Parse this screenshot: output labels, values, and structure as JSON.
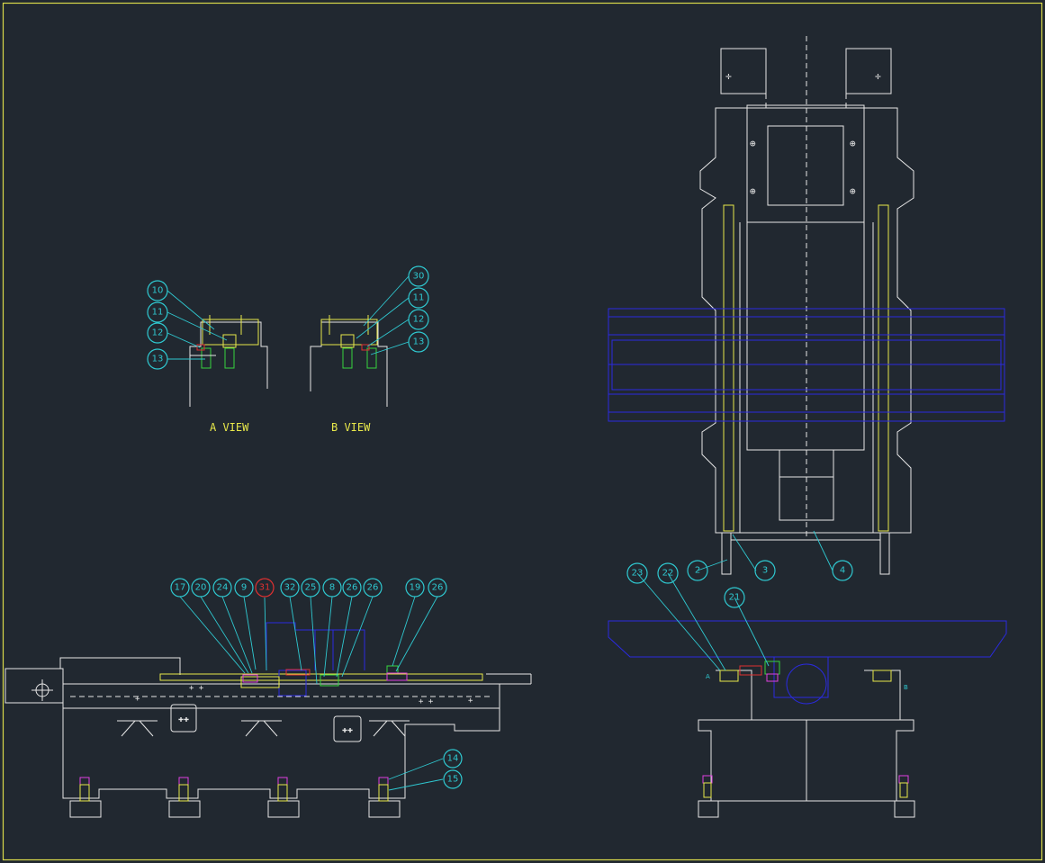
{
  "colors": {
    "background": "#212830",
    "frame": "#d8d84a",
    "outline": "#e6e6e6",
    "rail": "#e8e84a",
    "bolt": "#36d43e",
    "foot": "#e040e0",
    "highlight": "#e03030",
    "table": "#2a2ae0",
    "callout": "#2fc8d0"
  },
  "views": {
    "a_view_label": "A VIEW",
    "b_view_label": "B VIEW",
    "mark_a": "A",
    "mark_b": "B"
  },
  "balloons": {
    "a_view": [
      "10",
      "11",
      "12",
      "13"
    ],
    "b_view": [
      "30",
      "11",
      "12",
      "13"
    ],
    "front_top": [
      "17",
      "20",
      "24",
      "9",
      "31",
      "32",
      "25",
      "8",
      "26",
      "26",
      "19",
      "26"
    ],
    "front_bottom": [
      "14",
      "15"
    ],
    "top_view": [
      "2",
      "3",
      "4"
    ],
    "side_view": [
      "23",
      "22",
      "21"
    ]
  }
}
